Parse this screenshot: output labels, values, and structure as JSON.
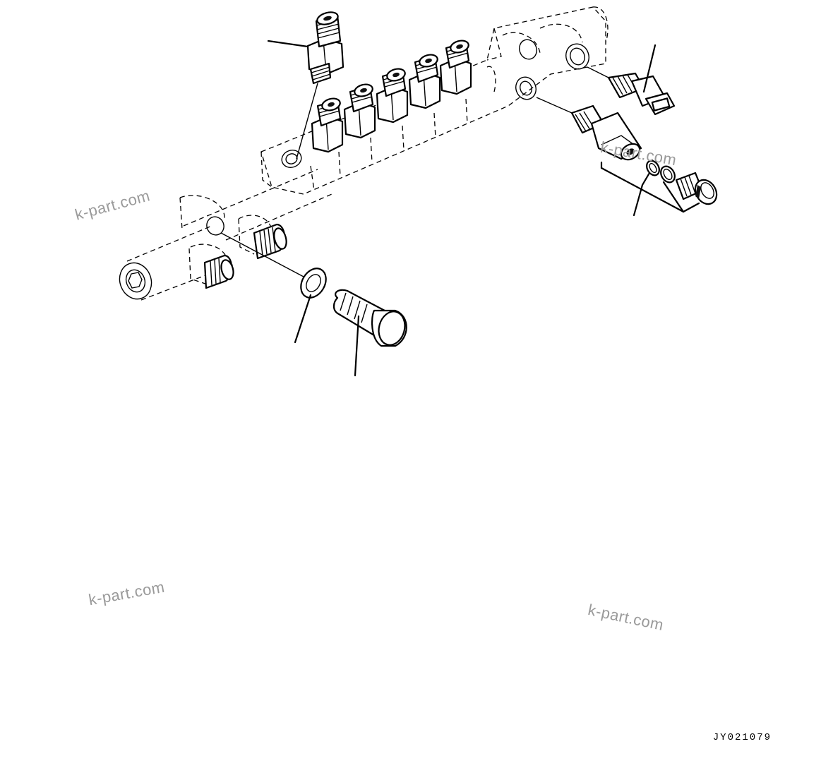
{
  "diagram": {
    "drawing_code": "JY021079",
    "watermarks": [
      "k-part.com",
      "k-part.com",
      "k-part.com",
      "k-part.com"
    ],
    "colors": {
      "line": "#000000",
      "background": "#ffffff",
      "watermark": "#9a9a9a"
    }
  }
}
